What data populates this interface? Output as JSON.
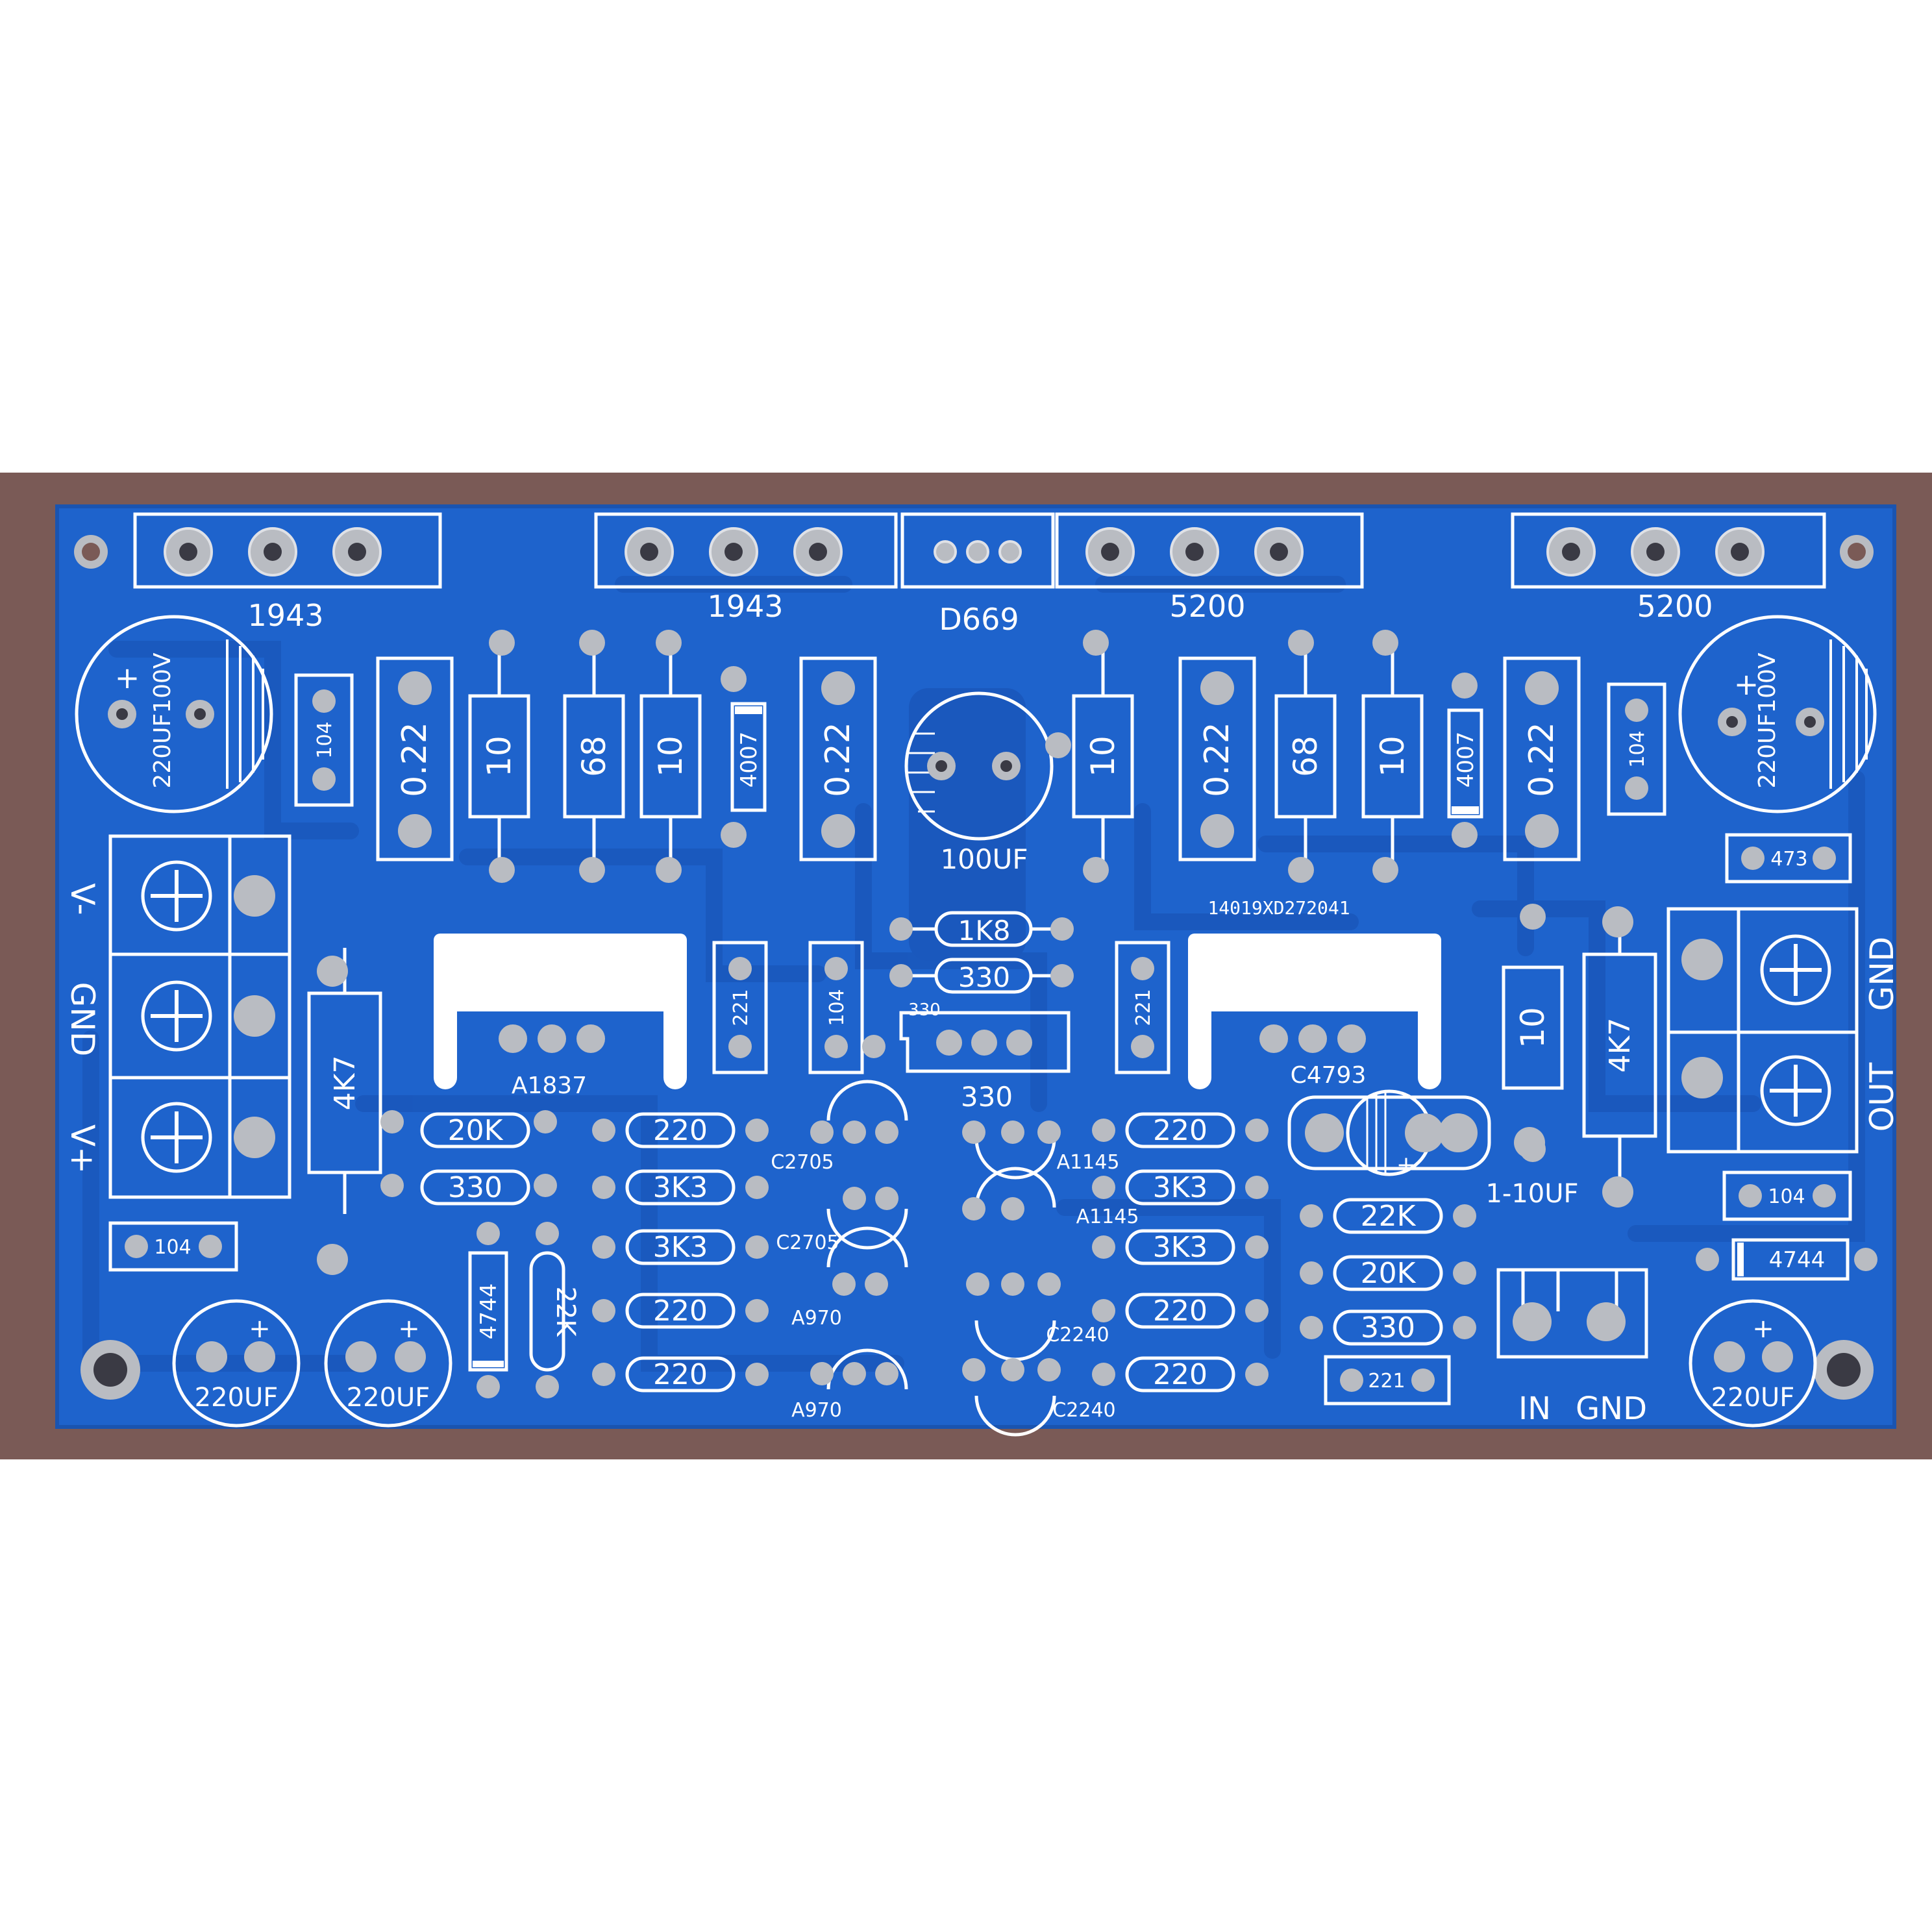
{
  "colors": {
    "background": "#ffffff",
    "backing_plate": "#7a5a56",
    "board": "#1e63cc",
    "board_edge": "#1a54b0",
    "copper_trace": "#1a58bd",
    "silkscreen": "#ffffff",
    "pad": "#b9bcc2",
    "pad_dark": "#3a3a44"
  },
  "labels": {
    "q_1943_left": "1943",
    "q_1943_mid": "1943",
    "q_d669": "D669",
    "q_5200_mid": "5200",
    "q_5200_right": "5200",
    "cap_220_100v_left": "220UF100V",
    "cap_220_100v_right": "220UF100V",
    "cap_100uf": "100UF",
    "r_022_a": "0.22",
    "r_022_b": "0.22",
    "r_022_c": "0.22",
    "r_022_d": "0.22",
    "r_10_a": "10",
    "r_68_a": "68",
    "r_10_b": "10",
    "r_10_c": "10",
    "r_68_b": "68",
    "r_10_d": "10",
    "r_10_e": "10",
    "d_4007_left": "4007",
    "d_4007_right": "4007",
    "c_104_top_left": "104",
    "c_104_top_right": "104",
    "c_104_mid": "104",
    "c_104_bottom_left": "104",
    "c_104_bottom_right": "104",
    "c_473": "473",
    "c_221_left": "221",
    "c_221_right": "221",
    "c_221_bottom": "221",
    "r_1k8": "1K8",
    "r_330_top": "330",
    "r_330_small": "330",
    "vr_330": "330",
    "serial": "14019XD272041",
    "q_a1837": "A1837",
    "q_c4793": "C4793",
    "r_4k7_left": "4K7",
    "r_4k7_right": "4K7",
    "r_20k_left": "20K",
    "r_330_left": "330",
    "r_220_1": "220",
    "r_3k3_1": "3K3",
    "r_3k3_2": "3K3",
    "r_220_2": "220",
    "r_220_3": "220",
    "r_220_4": "220",
    "r_3k3_3": "3K3",
    "r_3k3_4": "3K3",
    "r_220_5": "220",
    "r_220_6": "220",
    "r_22k_right": "22K",
    "r_20k_right": "20K",
    "r_330_right": "330",
    "r_22k_vertical": "22K",
    "z_4744_left": "4744",
    "z_4744_right": "4744",
    "q_c2705_a": "C2705",
    "q_c2705_b": "C2705",
    "q_a970_a": "A970",
    "q_a970_b": "A970",
    "q_a1145_a": "A1145",
    "q_a1145_b": "A1145",
    "q_c2240_a": "C2240",
    "q_c2240_b": "C2240",
    "cap_220uf_1": "220UF",
    "cap_220uf_2": "220UF",
    "cap_220uf_3": "220UF",
    "cap_1_10uf": "1-10UF",
    "power_vminus": "V-",
    "power_gnd": "GND",
    "power_vplus": "V+",
    "out_label": "OUT",
    "out_gnd_label": "GND",
    "in_label": "IN",
    "in_gnd_label": "GND",
    "plus_sign": "+"
  }
}
